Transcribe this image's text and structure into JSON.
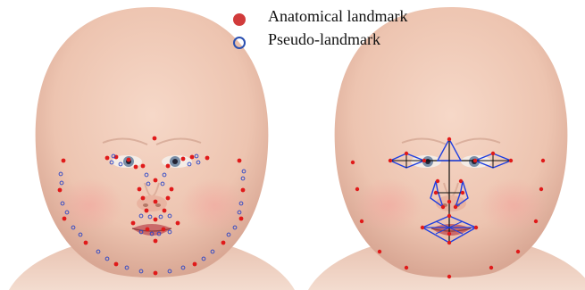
{
  "legend": {
    "anatomical_label": "Anatomical landmark",
    "pseudo_label": "Pseudo-landmark",
    "anatomical_color": "#d13b3b",
    "pseudo_color": "#2a4fb0"
  },
  "colors": {
    "landmark_red": "#e01a1a",
    "pseudo_blue": "#2340c8",
    "connection_blue": "#1f3fe0",
    "connection_black": "#111111",
    "skin": "#eec7b4",
    "skin_shadow": "#d9a794",
    "cheek": "#f2a9a0"
  },
  "panels": [
    "left-face-landmarks",
    "right-face-measurements"
  ]
}
